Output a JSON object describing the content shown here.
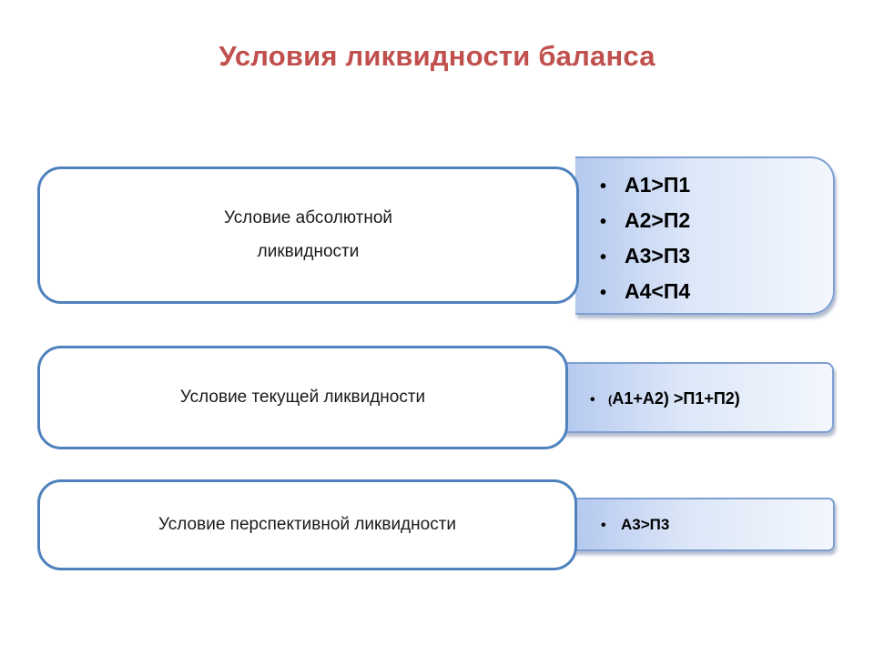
{
  "title": "Условия ликвидности баланса",
  "colors": {
    "title": "#c0504d",
    "condition_border": "#4f81bd",
    "detail_border": "#7f9fd3",
    "detail_fill_start": "#b4c9ef",
    "detail_fill_end": "#f3f7fd"
  },
  "bullet_icon": "bullet-dot",
  "rows": [
    {
      "condition_lines": [
        "Условие абсолютной",
        "ликвидности"
      ],
      "formulas": [
        "А1>П1",
        "А2>П2",
        "А3>П3",
        "А4<П4"
      ]
    },
    {
      "condition_lines": [
        "Условие текущей ликвидности"
      ],
      "formula_paren": "(",
      "formula_rest": "А1+А2) >П1+П2)"
    },
    {
      "condition_lines": [
        "Условие перспективной ликвидности"
      ],
      "formulas": [
        "А3>П3"
      ]
    }
  ]
}
